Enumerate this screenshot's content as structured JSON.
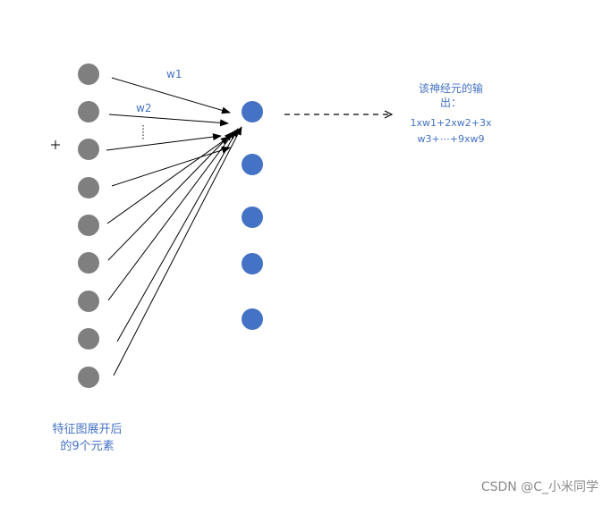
{
  "labels": {
    "w1": "w1",
    "w2": "w2",
    "output_line1": "该神经元的输",
    "output_line2": "出：",
    "output_line3": "1xw1+2xw2+3x",
    "output_line4": "w3+⋯+9xw9",
    "input_line1": "特征图展开后",
    "input_line2": "的9个元素"
  },
  "watermark": "CSDN @C_小米同学",
  "colors": {
    "input_node": "#7f7f7f",
    "output_node": "#4472c4",
    "arrow": "#000000",
    "text": "#4472c4"
  },
  "input_node_count": 9,
  "output_node_count": 5
}
